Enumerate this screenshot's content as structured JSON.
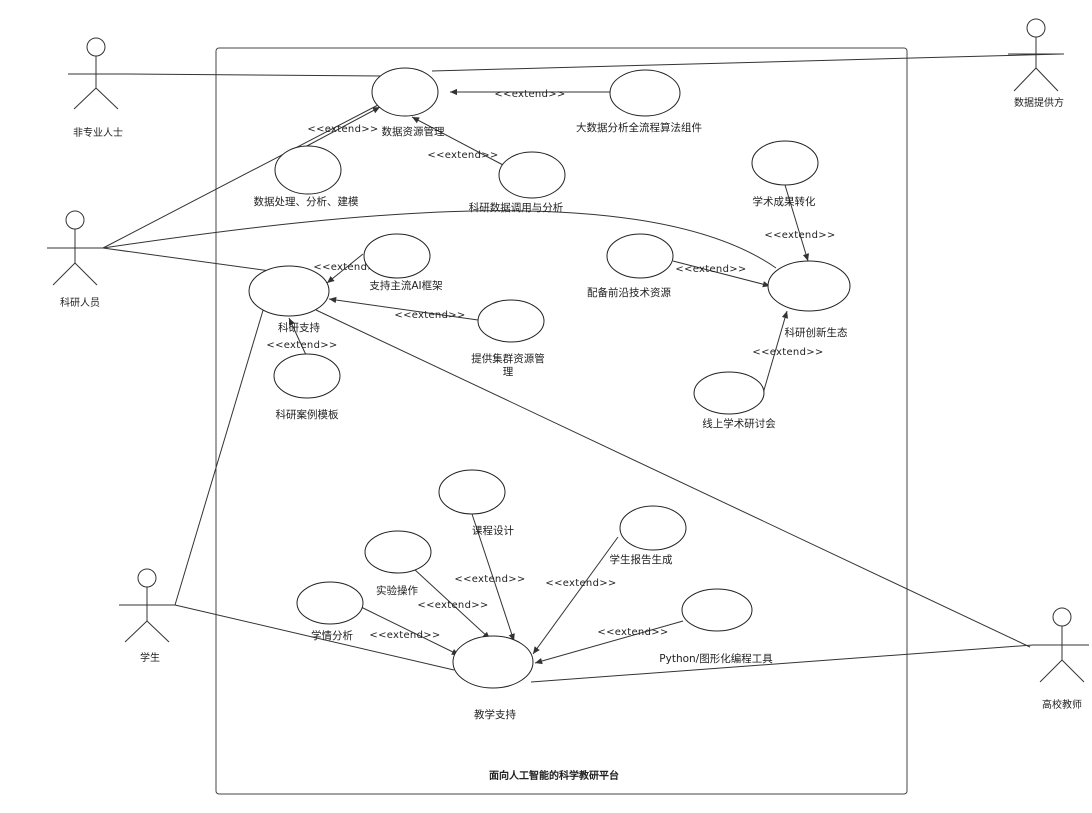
{
  "system": {
    "title": "面向人工智能的科学教研平台"
  },
  "actors": [
    {
      "id": "layperson",
      "label": "非专业人士"
    },
    {
      "id": "provider",
      "label": "数据提供方"
    },
    {
      "id": "researcher",
      "label": "科研人员"
    },
    {
      "id": "student",
      "label": "学生"
    },
    {
      "id": "teacher",
      "label": "高校教师"
    }
  ],
  "use_cases": [
    {
      "id": "data_mgmt",
      "label": "数据资源管理"
    },
    {
      "id": "bigdata",
      "label": "大数据分析全流程算法组件"
    },
    {
      "id": "processing",
      "label": "数据处理、分析、建模"
    },
    {
      "id": "call_analysis",
      "label": "科研数据调用与分析"
    },
    {
      "id": "achievement",
      "label": "学术成果转化"
    },
    {
      "id": "ai_framework",
      "label": "支持主流AI框架"
    },
    {
      "id": "research_support",
      "label": "科研支持"
    },
    {
      "id": "frontier",
      "label": "配备前沿技术资源"
    },
    {
      "id": "innovation",
      "label": "科研创新生态"
    },
    {
      "id": "cluster",
      "label": [
        "提供集群资源管",
        "理"
      ]
    },
    {
      "id": "case_template",
      "label": "科研案例模板"
    },
    {
      "id": "seminar",
      "label": "线上学术研讨会"
    },
    {
      "id": "course",
      "label": "课程设计"
    },
    {
      "id": "report",
      "label": "学生报告生成"
    },
    {
      "id": "experiment",
      "label": "实验操作"
    },
    {
      "id": "learning",
      "label": "学情分析"
    },
    {
      "id": "python_tool",
      "label": "Python/图形化编程工具"
    },
    {
      "id": "teaching",
      "label": "教学支持"
    }
  ],
  "extend_label": "<<extend>>",
  "associations": [
    [
      "layperson",
      "data_mgmt"
    ],
    [
      "provider",
      "data_mgmt"
    ],
    [
      "researcher",
      "data_mgmt"
    ],
    [
      "researcher",
      "research_support"
    ],
    [
      "researcher",
      "innovation"
    ],
    [
      "student",
      "research_support"
    ],
    [
      "student",
      "teaching"
    ],
    [
      "teacher",
      "research_support"
    ],
    [
      "teacher",
      "teaching"
    ]
  ],
  "extends": [
    [
      "bigdata",
      "data_mgmt"
    ],
    [
      "processing",
      "data_mgmt"
    ],
    [
      "call_analysis",
      "data_mgmt"
    ],
    [
      "ai_framework",
      "research_support"
    ],
    [
      "cluster",
      "research_support"
    ],
    [
      "case_template",
      "research_support"
    ],
    [
      "achievement",
      "innovation"
    ],
    [
      "frontier",
      "innovation"
    ],
    [
      "seminar",
      "innovation"
    ],
    [
      "course",
      "teaching"
    ],
    [
      "report",
      "teaching"
    ],
    [
      "experiment",
      "teaching"
    ],
    [
      "learning",
      "teaching"
    ],
    [
      "python_tool",
      "teaching"
    ]
  ]
}
